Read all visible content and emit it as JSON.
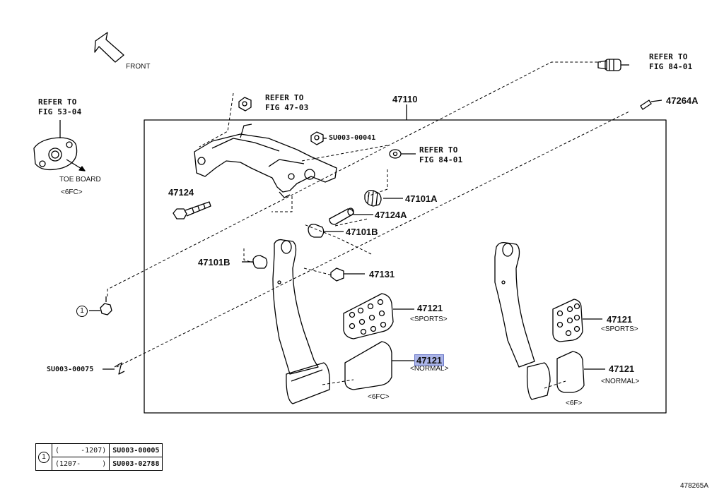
{
  "labels": {
    "front": "FRONT",
    "refer_fig_53_04_a": "REFER TO",
    "refer_fig_53_04_b": "FIG 53-04",
    "toe_board": "TOE BOARD",
    "toe_board_ref": "<6FC>",
    "refer_fig_47_03_a": "REFER TO",
    "refer_fig_47_03_b": "FIG 47-03",
    "part_47110": "47110",
    "refer_fig_84_01_top_a": "REFER TO",
    "refer_fig_84_01_top_b": "FIG 84-01",
    "part_47264a": "47264A",
    "part_su0003_00041": "SU003-00041",
    "refer_fig_84_01_mid_a": "REFER TO",
    "refer_fig_84_01_mid_b": "FIG 84-01",
    "part_47124": "47124",
    "part_47101a": "47101A",
    "part_47124a": "47124A",
    "part_47101b_right": "47101B",
    "part_47101b_left": "47101B",
    "part_47131": "47131",
    "part_47121_sports_a": "47121",
    "sports_a": "<SPORTS>",
    "part_47121_normal_a": "47121",
    "normal_a": "<NORMAL>",
    "ref_6fc": "<6FC>",
    "part_47121_sports_b": "47121",
    "sports_b": "<SPORTS>",
    "part_47121_normal_b": "47121",
    "normal_b": "<NORMAL>",
    "ref_6f": "<6F>",
    "callout_1": "1",
    "part_su003_00075": "SU003-00075",
    "figure_id": "478265A"
  },
  "ref_table": {
    "marker": "1",
    "rows": [
      {
        "range": "(     -1207)",
        "part": "SU003-00005"
      },
      {
        "range": "(1207-     )",
        "part": "SU003-02788"
      }
    ]
  }
}
